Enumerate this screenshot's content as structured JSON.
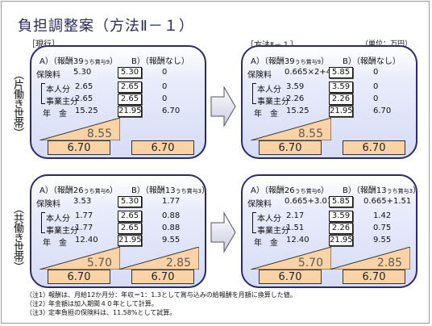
{
  "title": "負担調整案（方法Ⅱ－１）",
  "current_label": "［現行］",
  "method_label": "［方法Ⅱ－１］",
  "unit_label": "（単位：万円）",
  "side_labels": {
    "top": "（片働き世帯）",
    "bottom": "（共働き世帯）"
  },
  "panels": {
    "top_current": {
      "a_header": "A）（報酬39",
      "a_header_small": "うち賞与9",
      "a_header_end": "）",
      "b_header": "B）（報酬なし）",
      "rows": [
        {
          "label": "保険料",
          "a": "5.30",
          "b_box": "5.30",
          "b": "0"
        },
        {
          "label": "本人分",
          "a": "2.65",
          "b_box": "2.65",
          "b": "0"
        },
        {
          "label": "事業主分",
          "a": "2.65",
          "b_box": "2.65",
          "b": "0"
        },
        {
          "label": "年　金",
          "a": "15.25",
          "b_box": "21.95",
          "b": "6.70"
        }
      ],
      "tri_left": "8.55",
      "tri_right": "",
      "cell_left": "6.70",
      "cell_right": "6.70"
    },
    "top_method": {
      "a_header": "A）（報酬39",
      "a_header_small": "うち賞与9",
      "a_header_end": "）",
      "b_header": "B）（報酬なし）",
      "rows": [
        {
          "label": "保険料",
          "a": "0.665×2+4.52",
          "b_box": "5.85",
          "b": "0"
        },
        {
          "label": "本人分",
          "a": "3.59",
          "b_box": "3.59",
          "b": "0"
        },
        {
          "label": "事業主分",
          "a": "2.26",
          "b_box": "2.26",
          "b": "0"
        },
        {
          "label": "年　金",
          "a": "15.25",
          "b_box": "21.95",
          "b": "6.70"
        }
      ],
      "tri_left": "8.55",
      "tri_right": "",
      "cell_left": "6.70",
      "cell_right": "6.70"
    },
    "bottom_current": {
      "a_header": "A）（報酬26",
      "a_header_small": "うち賞与6",
      "a_header_end": "）",
      "b_header": "B）（報酬13",
      "b_header_small": "うち賞与3",
      "b_header_end": "）",
      "rows": [
        {
          "label": "保険料",
          "a": "3.53",
          "b_box": "5.30",
          "b": "1.77"
        },
        {
          "label": "本人分",
          "a": "1.77",
          "b_box": "2.65",
          "b": "0.88"
        },
        {
          "label": "事業主分",
          "a": "1.77",
          "b_box": "2.65",
          "b": "0.88"
        },
        {
          "label": "年　金",
          "a": "12.40",
          "b_box": "21.95",
          "b": "9.55"
        }
      ],
      "tri_left": "5.70",
      "tri_right": "2.85",
      "cell_left": "6.70",
      "cell_right": "6.70"
    },
    "bottom_method": {
      "a_header": "A）（報酬26",
      "a_header_small": "うち賞与6",
      "a_header_end": "）",
      "b_header": "B）（報酬13",
      "b_header_small": "うち賞与3",
      "b_header_end": "）",
      "rows": [
        {
          "label": "保険料",
          "a": "0.665+3.01",
          "b_box": "5.85",
          "b": "0.665+1.51"
        },
        {
          "label": "本人分",
          "a": "2.17",
          "b_box": "3.59",
          "b": "1.42"
        },
        {
          "label": "事業主分",
          "a": "1.51",
          "b_box": "2.26",
          "b": "0.75"
        },
        {
          "label": "年　金",
          "a": "12.40",
          "b_box": "21.95",
          "b": "9.55"
        }
      ],
      "tri_left": "5.70",
      "tri_right": "2.85",
      "cell_left": "6.70",
      "cell_right": "6.70"
    }
  },
  "notes": [
    {
      "num": "（注1）",
      "text": "報酬は、月給12か月分：年収＝1：1.3として賞与込みの給報酬を月額に換算した値。"
    },
    {
      "num": "（注2）",
      "text": "年金額は加入期間４０年として計算。"
    },
    {
      "num": "（注3）",
      "text": "定率負担の保険料は、11.58%として試算。"
    }
  ]
}
